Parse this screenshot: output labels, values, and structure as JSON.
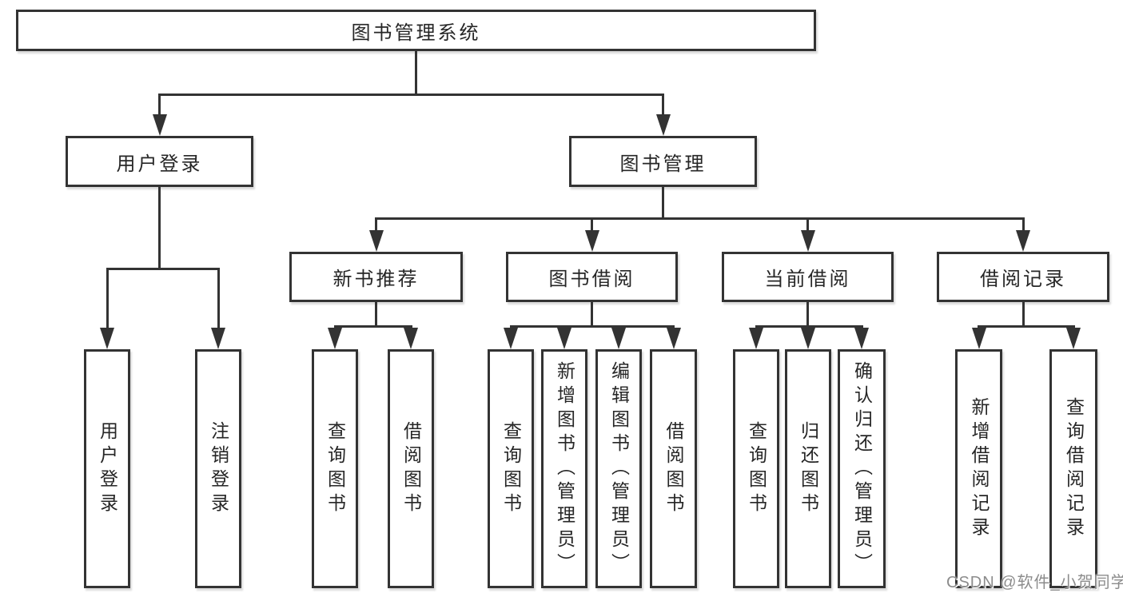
{
  "diagram": {
    "title": "图书管理系统",
    "type": "hierarchy-tree",
    "nodes": [
      {
        "id": "library-system",
        "label": "图书管理系统",
        "level": 1,
        "children": [
          "user-login",
          "book-management"
        ]
      },
      {
        "id": "user-login",
        "label": "用户登录",
        "level": 2,
        "children": [
          "leaf-user-login",
          "leaf-logout"
        ]
      },
      {
        "id": "book-management",
        "label": "图书管理",
        "level": 2,
        "children": [
          "new-book-recommend",
          "book-borrow",
          "current-borrow",
          "borrow-records"
        ]
      },
      {
        "id": "new-book-recommend",
        "label": "新书推荐",
        "level": 3,
        "children": [
          "leaf-query-book-1",
          "leaf-borrow-book-1"
        ]
      },
      {
        "id": "book-borrow",
        "label": "图书借阅",
        "level": 3,
        "children": [
          "leaf-query-book-2",
          "leaf-add-book-admin",
          "leaf-edit-book-admin",
          "leaf-borrow-book-2"
        ]
      },
      {
        "id": "current-borrow",
        "label": "当前借阅",
        "level": 3,
        "children": [
          "leaf-query-book-3",
          "leaf-return-book",
          "leaf-confirm-return-admin"
        ]
      },
      {
        "id": "borrow-records",
        "label": "借阅记录",
        "level": 3,
        "children": [
          "leaf-add-borrow-record",
          "leaf-query-borrow-record"
        ]
      },
      {
        "id": "leaf-user-login",
        "label": "用户登录",
        "level": 4,
        "children": null
      },
      {
        "id": "leaf-logout",
        "label": "注销登录",
        "level": 4,
        "children": null
      },
      {
        "id": "leaf-query-book-1",
        "label": "查询图书",
        "level": 4,
        "children": null
      },
      {
        "id": "leaf-borrow-book-1",
        "label": "借阅图书",
        "level": 4,
        "children": null
      },
      {
        "id": "leaf-query-book-2",
        "label": "查询图书",
        "level": 4,
        "children": null
      },
      {
        "id": "leaf-add-book-admin",
        "label": "新增图书（管理员）",
        "level": 4,
        "children": null
      },
      {
        "id": "leaf-edit-book-admin",
        "label": "编辑图书（管理员）",
        "level": 4,
        "children": null
      },
      {
        "id": "leaf-borrow-book-2",
        "label": "借阅图书",
        "level": 4,
        "children": null
      },
      {
        "id": "leaf-query-book-3",
        "label": "查询图书",
        "level": 4,
        "children": null
      },
      {
        "id": "leaf-return-book",
        "label": "归还图书",
        "level": 4,
        "children": null
      },
      {
        "id": "leaf-confirm-return-admin",
        "label": "确认归还（管理员）",
        "level": 4,
        "children": null
      },
      {
        "id": "leaf-add-borrow-record",
        "label": "新增借阅记录",
        "level": 4,
        "children": null
      },
      {
        "id": "leaf-query-borrow-record",
        "label": "查询借阅记录",
        "level": 4,
        "children": null
      }
    ]
  },
  "watermark": {
    "text": "CSDN @软件_小贺同学"
  },
  "colors": {
    "line": "#333333",
    "text": "#262626",
    "background": "#ffffff",
    "watermark": "#8c8c8c"
  }
}
